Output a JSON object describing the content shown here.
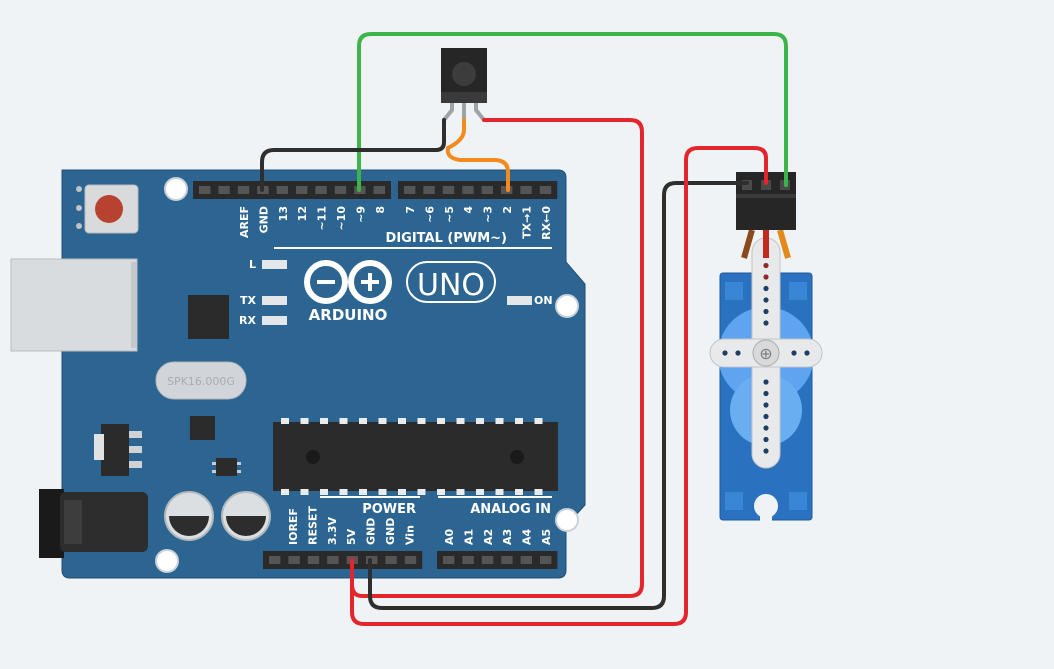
{
  "board": {
    "logo": "ARDUINO",
    "model": "UNO",
    "crystal": "SPK16.000G",
    "digital_label": "DIGITAL (PWM~)",
    "power_label": "POWER",
    "analog_label": "ANALOG IN",
    "led_on": "ON",
    "led_l": "L",
    "led_tx": "TX",
    "led_rx": "RX",
    "digital_pins_left": [
      "AREF",
      "GND",
      "13",
      "12",
      "~11",
      "~10",
      "~9",
      "8"
    ],
    "digital_pins_right": [
      "7",
      "~6",
      "~5",
      "4",
      "~3",
      "2",
      "TX→1",
      "RX←0"
    ],
    "power_pins": [
      "IOREF",
      "RESET",
      "3.3V",
      "5V",
      "GND",
      "GND",
      "Vin"
    ],
    "analog_pins": [
      "A0",
      "A1",
      "A2",
      "A3",
      "A4",
      "A5"
    ]
  },
  "wire_colors": {
    "signal_green": "#3cb44a",
    "power_red": "#e3262b",
    "ground_black": "#2e2e2e",
    "signal_orange": "#f28a1e"
  },
  "components": {
    "ir_receiver": "ir-receiver",
    "servo": "micro-servo"
  }
}
